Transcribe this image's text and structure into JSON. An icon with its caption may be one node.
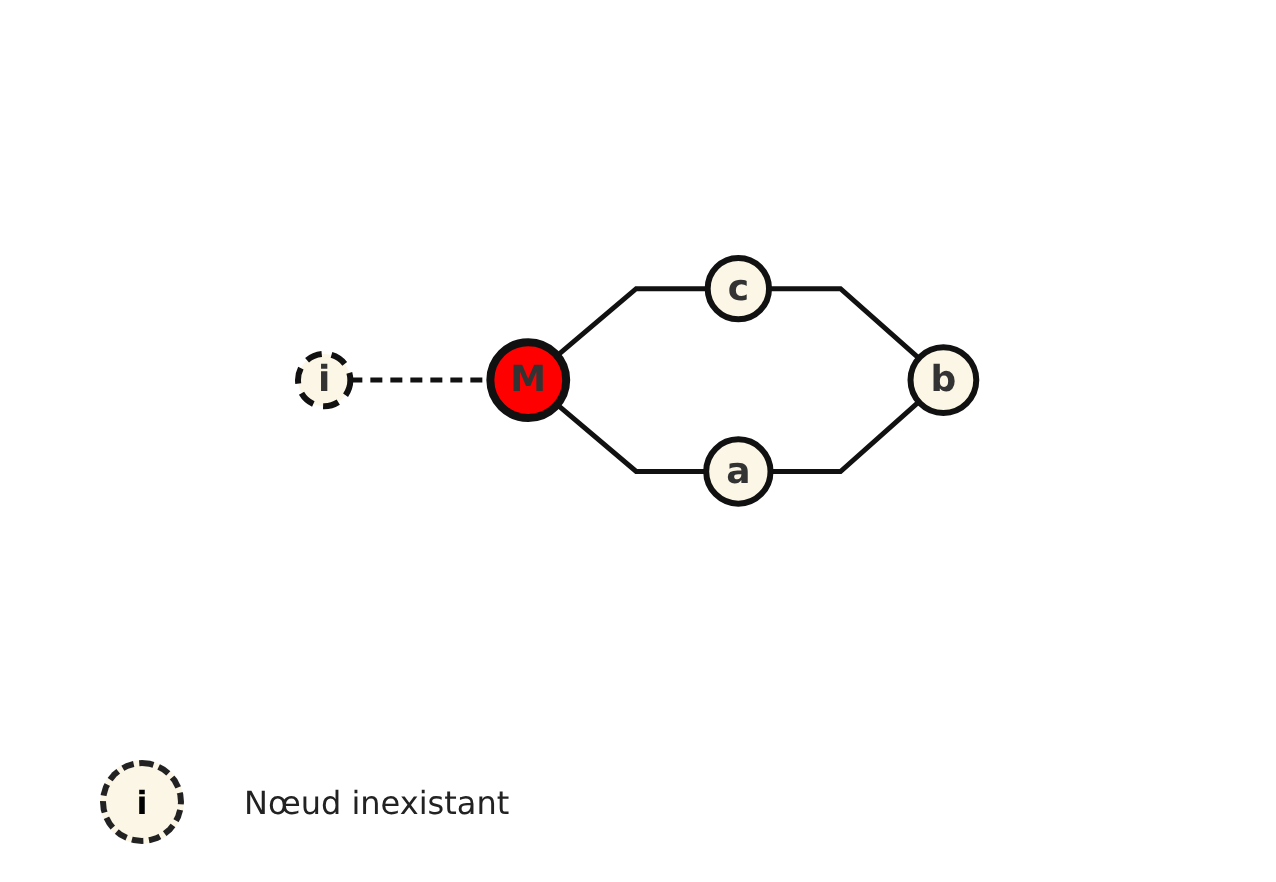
{
  "diagram": {
    "nodes": [
      {
        "text": [
          "c"
        ]
      },
      {
        "text": [
          "i"
        ]
      },
      {
        "text": [
          "M"
        ]
      },
      {
        "text": [
          "b"
        ]
      },
      {
        "text": [
          "a"
        ]
      }
    ],
    "edges": [
      {
        "from": 1,
        "to": 2,
        "arrow": "none",
        "style": "dashed"
      },
      {
        "from": 2,
        "to": 0,
        "arrow": "none"
      },
      {
        "from": 2,
        "to": 4,
        "arrow": "none"
      },
      {
        "from": 0,
        "to": 3,
        "arrow": "none"
      },
      {
        "from": 4,
        "to": 3,
        "arrow": "none"
      }
    ],
    "labels": [
      "i"
    ],
    "legend": [
      {
        "text": "Nœud inexistant"
      }
    ]
  }
}
